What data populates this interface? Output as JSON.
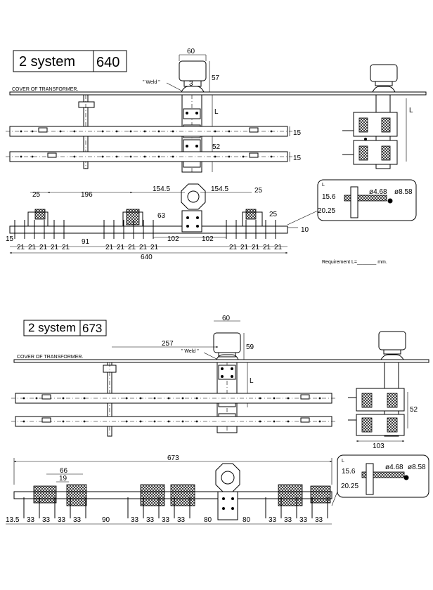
{
  "top": {
    "title_word": "2 system",
    "title_num": "640",
    "cover_label": "COVER OF TRANSFORMER.",
    "weld_label": "\" Weld \"",
    "dims": {
      "d60": "60",
      "d57": "57",
      "d3": "3",
      "L1": "L",
      "d52": "52",
      "d15a": "15",
      "d15b": "15",
      "L2": "L",
      "d25a": "25",
      "d196": "196",
      "d154a": "154.5",
      "d154b": "154.5",
      "d25b": "25",
      "d63": "63",
      "d25c": "25",
      "d10": "10",
      "d15c": "15",
      "d102a": "102",
      "d102b": "102",
      "d91": "91",
      "d640": "640"
    },
    "pitch_left": [
      "21",
      "21",
      "21",
      "21",
      "21"
    ],
    "pitch_mid": [
      "21",
      "21",
      "21",
      "21",
      "21"
    ],
    "pitch_right": [
      "21",
      "21",
      "21",
      "21",
      "21"
    ],
    "detail": {
      "d156": "15.6",
      "d2025": "20.25",
      "d468": "ø4.68",
      "d858": "ø8.58",
      "L": "L"
    },
    "requirement": "Requirement L=_______ mm."
  },
  "bottom": {
    "title_word": "2 system",
    "title_num": "673",
    "cover_label": "COVER OF TRANSFORMER.",
    "weld_label": "\" Weld \"",
    "dims": {
      "d60": "60",
      "d59": "59",
      "d257": "257",
      "L1": "L",
      "d52": "52",
      "d103": "103",
      "d673": "673",
      "d66": "66",
      "d19": "19",
      "d135": "13.5",
      "d90": "90",
      "d80a": "80",
      "d80b": "80"
    },
    "pitch_left": [
      "33",
      "33",
      "33",
      "33"
    ],
    "pitch_mid": [
      "33",
      "33",
      "33",
      "33"
    ],
    "pitch_right": [
      "33",
      "33",
      "33",
      "33"
    ],
    "detail": {
      "d156": "15.6",
      "d2025": "20.25",
      "d468": "ø4.68",
      "d858": "ø8.58",
      "L": "L"
    }
  }
}
